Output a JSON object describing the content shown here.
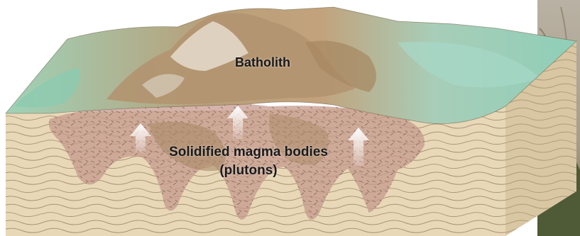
{
  "labels": {
    "batholith": "Batholith",
    "plutons_line1": "Solidified magma bodies",
    "plutons_line2": "(plutons)"
  },
  "colors": {
    "crust_front": "#e8d8b8",
    "crust_side": "#d9c6a2",
    "strata_lines": "#8f7a58",
    "pluton_fill": "#c79a8e",
    "pluton_dark": "#a98a66",
    "lowland_green": "#8ccbb0",
    "mountain_brown": "#b29470",
    "rock_photo": "#b9b1a3"
  },
  "icons": [
    "uplift-arrow-icon",
    "uplift-arrow-icon",
    "uplift-arrow-icon"
  ]
}
